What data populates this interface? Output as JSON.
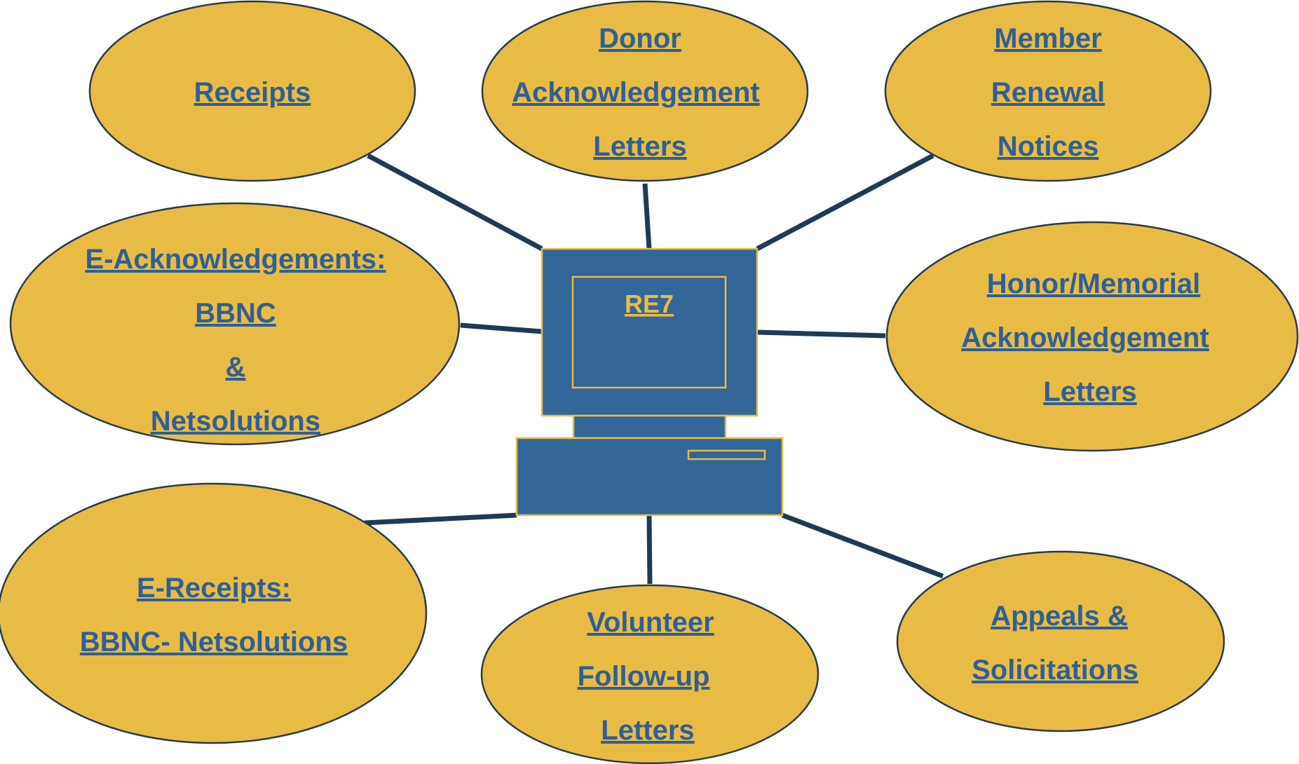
{
  "colors": {
    "ellipse_fill": "#E8BC44",
    "ellipse_stroke": "#2a3a4a",
    "text": "#2F5F96",
    "computer_body": "#336699",
    "computer_border": "#E8BC44",
    "arrow": "#1F3A56"
  },
  "center": {
    "label": "RE7"
  },
  "nodes": {
    "receipts": {
      "lines": [
        "Receipts"
      ]
    },
    "donor": {
      "lines": [
        "Donor",
        "Acknowledgement",
        "Letters"
      ]
    },
    "member": {
      "lines": [
        "Member",
        "Renewal",
        "Notices"
      ]
    },
    "e_ack": {
      "lines": [
        "E-Acknowledgements:",
        "BBNC",
        "&",
        "Netsolutions"
      ]
    },
    "honor": {
      "lines": [
        "Honor/Memorial",
        "Acknowledgement",
        "Letters"
      ]
    },
    "e_receipts": {
      "lines": [
        "E-Receipts:",
        "BBNC- Netsolutions"
      ]
    },
    "volunteer": {
      "lines": [
        "Volunteer",
        "Follow-up",
        "Letters"
      ]
    },
    "appeals": {
      "lines": [
        "Appeals &",
        "Solicitations"
      ]
    }
  }
}
